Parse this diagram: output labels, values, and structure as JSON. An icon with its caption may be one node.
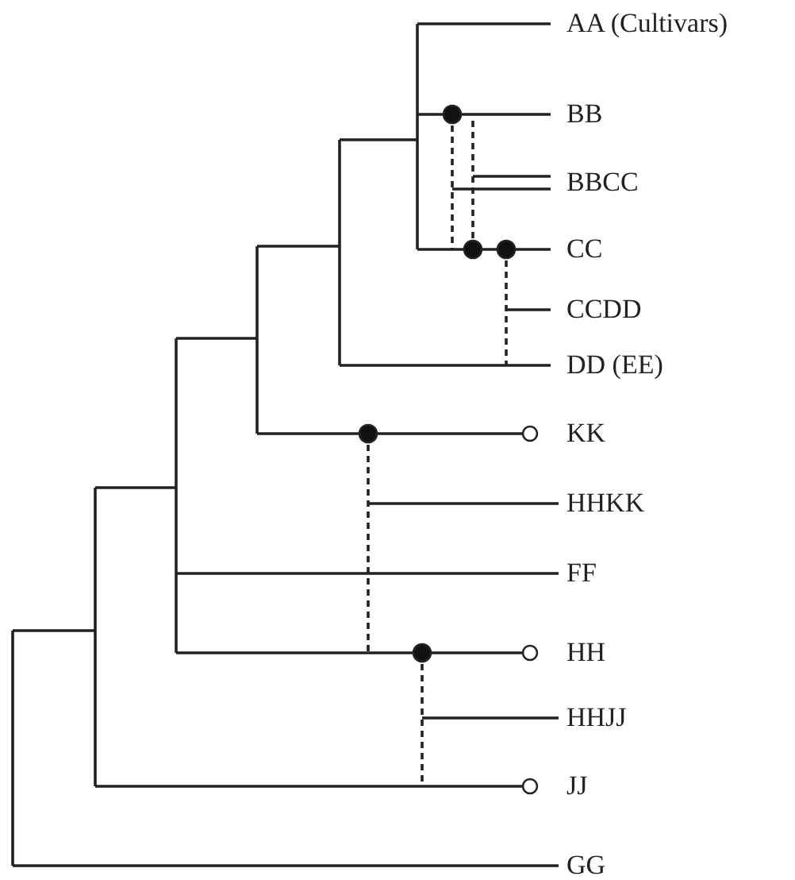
{
  "diagram": {
    "labels": [
      "AA (Cultivars)",
      "BB",
      "BBCC",
      "CC",
      "CCDD",
      "DD (EE)",
      "KK",
      "HHKK",
      "FF",
      "HH",
      "HHJJ",
      "JJ",
      "GG"
    ]
  }
}
